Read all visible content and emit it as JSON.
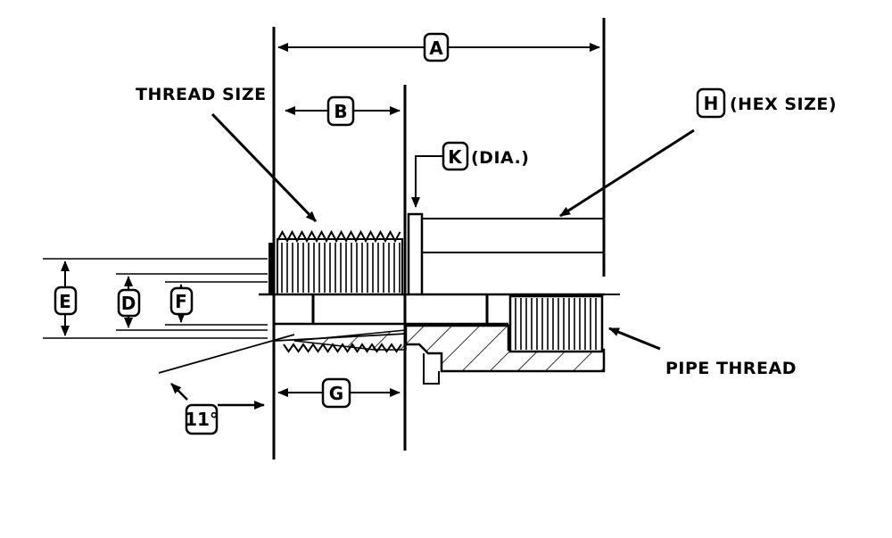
{
  "labels": {
    "thread_size": "THREAD SIZE",
    "hex_size": "(HEX SIZE)",
    "dia": "(DIA.)",
    "pipe_thread": "PIPE THREAD"
  },
  "dimension_tags": {
    "a": "A",
    "b": "B",
    "d": "D",
    "e": "E",
    "f": "F",
    "g": "G",
    "h": "H",
    "k": "K",
    "angle": "11°"
  },
  "colors": {
    "ink": "#000000",
    "paper": "#ffffff"
  }
}
